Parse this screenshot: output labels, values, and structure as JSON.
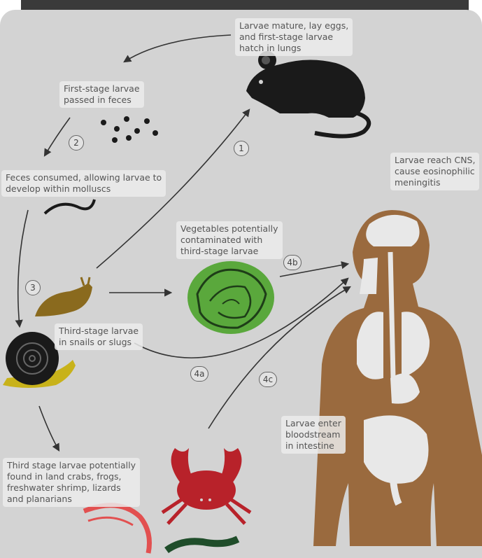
{
  "labels": {
    "larvae_mature": [
      "Larvae mature, lay eggs,",
      "and first-stage larvae",
      "hatch in lungs"
    ],
    "first_stage": [
      "First-stage larvae",
      "passed in feces"
    ],
    "feces_consumed": [
      "Feces consumed, allowing larvae to",
      "develop within molluscs"
    ],
    "cns": [
      "Larvae reach CNS,",
      "cause eosinophilic",
      "meningitis"
    ],
    "vegetables": [
      "Vegetables potentially",
      "contaminated with",
      "third-stage larvae"
    ],
    "third_stage": [
      "Third-stage larvae",
      "in snails or slugs"
    ],
    "bloodstream": [
      "Larvae enter",
      "bloodstream",
      "in intestine"
    ],
    "hosts": [
      "Third stage larvae potentially",
      "found in land crabs, frogs,",
      "freshwater shrimp, lizards",
      "and planarians"
    ]
  },
  "steps": {
    "s1": "1",
    "s2": "2",
    "s3": "3",
    "s4a": "4a",
    "s4b": "4b",
    "s4c": "4c"
  },
  "colors": {
    "rat": "#1a1a1a",
    "human": "#9a6a3e",
    "organs": "#e8e8e8",
    "lettuce": "#5aa83c",
    "slug": "#8a6a1e",
    "snail_body": "#c8b21a",
    "crab": "#b8222a",
    "shrimp": "#e25050",
    "lizard": "#1f4d2a",
    "arrow": "#333333"
  },
  "icons": [
    "rat-icon",
    "feces-dots-icon",
    "worm-icon",
    "slug-icon",
    "snail-icon",
    "lettuce-icon",
    "human-body-icon",
    "crab-icon",
    "shrimp-icon",
    "lizard-icon"
  ]
}
